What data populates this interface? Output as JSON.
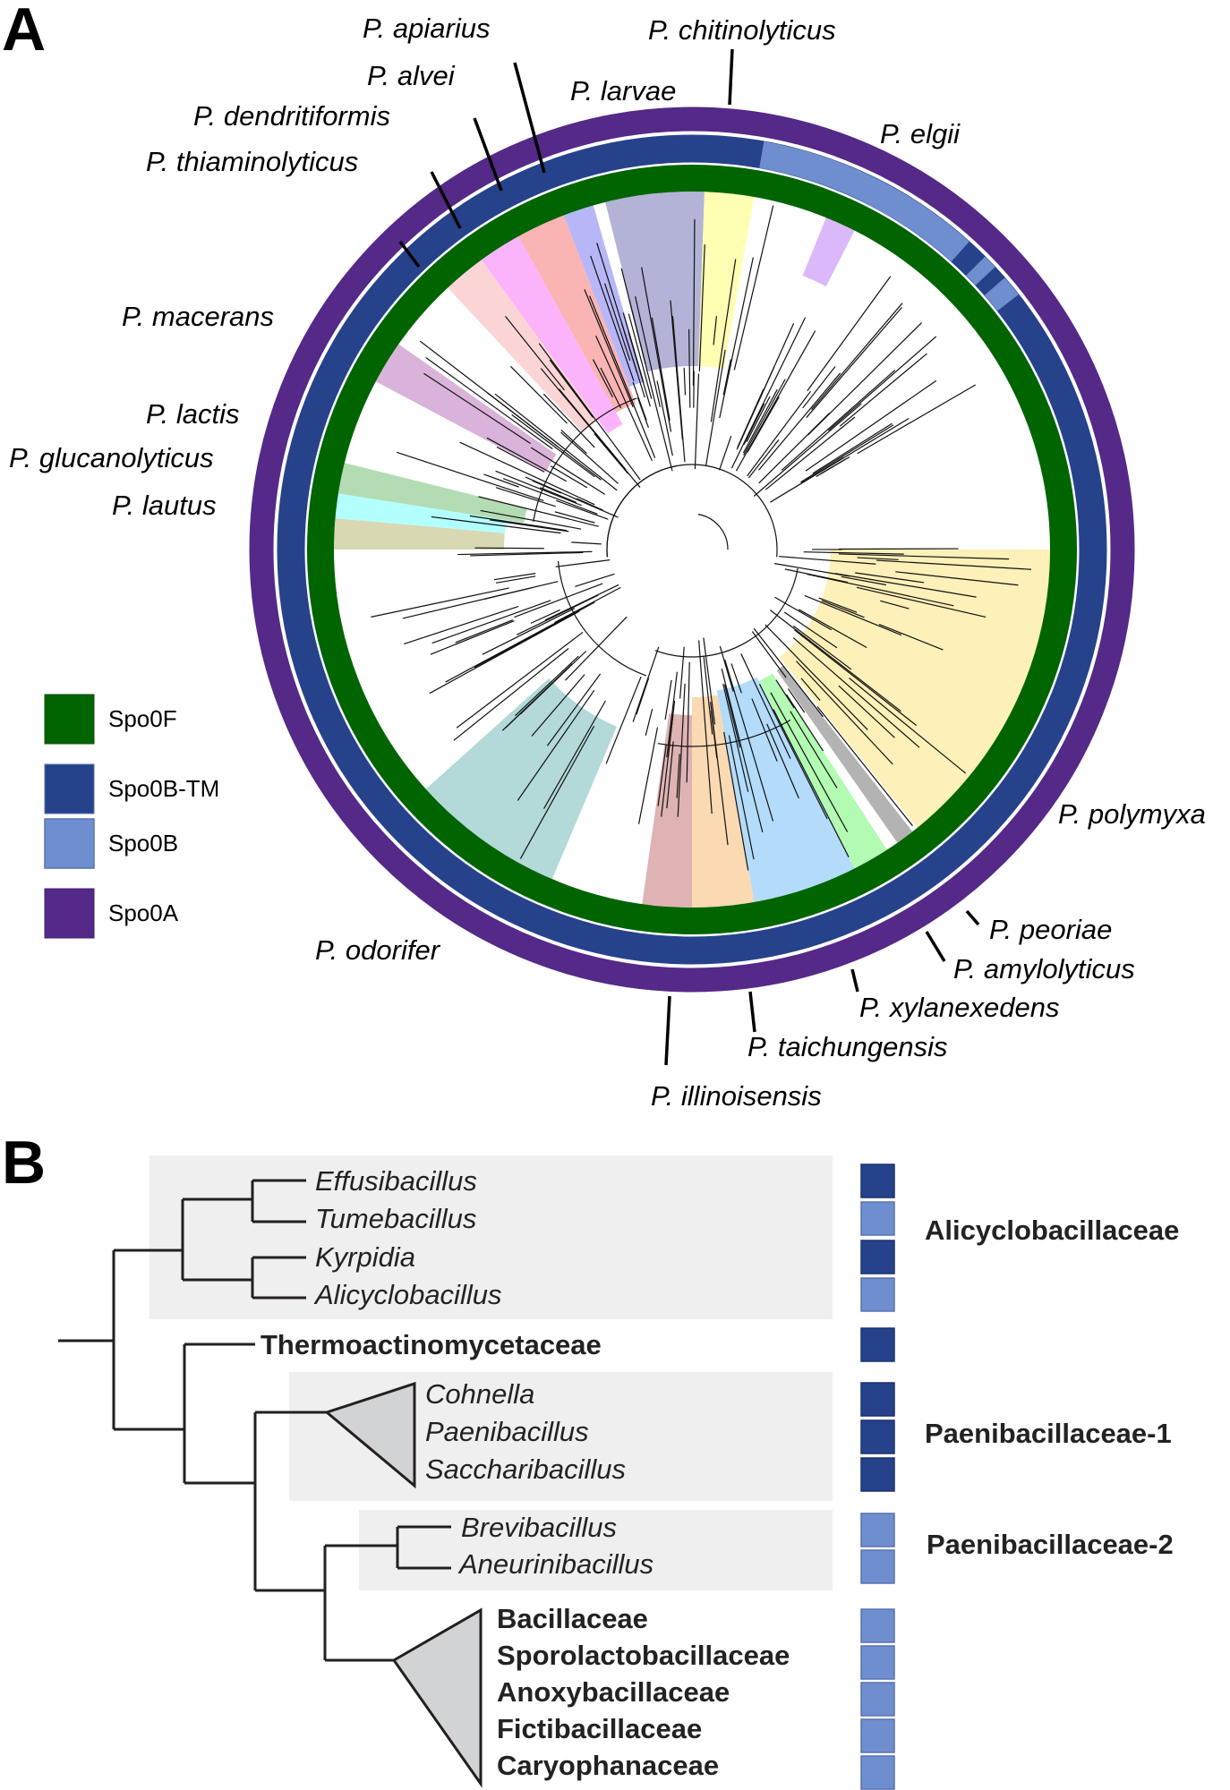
{
  "panel_a": {
    "letter": "A",
    "rings": [
      {
        "name": "Spo0F",
        "color": "#006400"
      },
      {
        "name": "Spo0B-TM",
        "color": "#26428b"
      },
      {
        "name": "Spo0A",
        "color": "#542988"
      }
    ],
    "spo0b_segments": [
      {
        "type": "Spo0B",
        "from_deg": 10,
        "to_deg": 42
      },
      {
        "type": "Spo0B",
        "from_deg": 45,
        "to_deg": 47
      },
      {
        "type": "Spo0B",
        "from_deg": 49,
        "to_deg": 52
      }
    ],
    "clades": [
      {
        "name": "P. larvae",
        "color": "#b3b3d7",
        "from_deg": -14,
        "to_deg": 2
      },
      {
        "name": "P. chitinolyticus",
        "color": "#ffffb3",
        "from_deg": 2,
        "to_deg": 10
      },
      {
        "name": "P. elgii",
        "color": "#dbb8fa",
        "from_deg": 22,
        "to_deg": 27
      },
      {
        "name": "P. apiarius",
        "color": "#b7b7f7",
        "from_deg": -21,
        "to_deg": -16
      },
      {
        "name": "P. alvei",
        "color": "#fbb4b4",
        "from_deg": -29,
        "to_deg": -21
      },
      {
        "name": "P. dendritiformis",
        "color": "#fbb4fb",
        "from_deg": -36,
        "to_deg": -29
      },
      {
        "name": "P. thiaminolyticus",
        "color": "#fbd5d5",
        "from_deg": -43,
        "to_deg": -36
      },
      {
        "name": "P. macerans",
        "color": "#d9b3d9",
        "from_deg": -62,
        "to_deg": -55
      },
      {
        "name": "P. lactis",
        "color": "#b3dcb3",
        "from_deg": -81,
        "to_deg": -76
      },
      {
        "name": "P. glucanolyticus",
        "color": "#b3ffff",
        "from_deg": -85,
        "to_deg": -81
      },
      {
        "name": "P. lautus",
        "color": "#d8d8b3",
        "from_deg": -90,
        "to_deg": -85
      },
      {
        "name": "P. polymyxa",
        "color": "#fdf0b8",
        "from_deg": 90,
        "to_deg": 141
      },
      {
        "name": "gray",
        "color": "#b3b3b3",
        "from_deg": 142,
        "to_deg": 145
      },
      {
        "name": "P. peoriae",
        "color": "#b3fab3",
        "from_deg": 147,
        "to_deg": 153
      },
      {
        "name": "P. amylolyticus",
        "color": "#b3dcfa",
        "from_deg": 153,
        "to_deg": 170
      },
      {
        "name": "P. xylanexedens",
        "color": "#fad9b3",
        "from_deg": 170,
        "to_deg": 180
      },
      {
        "name": "P. taichungensis",
        "color": "#dfb3b3",
        "from_deg": 180,
        "to_deg": 188
      },
      {
        "name": "P. odorifer",
        "color": "#b3d9d9",
        "from_deg": 203,
        "to_deg": 228
      }
    ],
    "labels": [
      {
        "text": "P. apiarius"
      },
      {
        "text": "P. chitinolyticus"
      },
      {
        "text": "P. alvei"
      },
      {
        "text": "P. larvae"
      },
      {
        "text": "P. dendritiformis"
      },
      {
        "text": "P. elgii"
      },
      {
        "text": "P. thiaminolyticus"
      },
      {
        "text": "P. macerans"
      },
      {
        "text": "P. lactis"
      },
      {
        "text": "P. glucanolyticus"
      },
      {
        "text": "P. lautus"
      },
      {
        "text": "P. polymyxa"
      },
      {
        "text": "P. peoriae"
      },
      {
        "text": "P. amylolyticus"
      },
      {
        "text": "P. odorifer"
      },
      {
        "text": "P. xylanexedens"
      },
      {
        "text": "P. taichungensis"
      },
      {
        "text": "P. illinoisensis"
      }
    ],
    "legend": [
      {
        "label": "Spo0F",
        "color": "#006400"
      },
      {
        "label": "Spo0B-TM",
        "color": "#26428b"
      },
      {
        "label": "Spo0B",
        "color": "#6f8ecf"
      },
      {
        "label": "Spo0A",
        "color": "#542988"
      }
    ]
  },
  "panel_b": {
    "letter": "B",
    "taxa": [
      {
        "name": "Effusibacillus",
        "spo0b": "Spo0B-TM"
      },
      {
        "name": "Tumebacillus",
        "spo0b": "Spo0B"
      },
      {
        "name": "Kyrpidia",
        "spo0b": "Spo0B-TM"
      },
      {
        "name": "Alicyclobacillus",
        "spo0b": "Spo0B"
      },
      {
        "name": "Thermoactinomycetaceae",
        "spo0b": "Spo0B-TM"
      },
      {
        "name": "Cohnella",
        "spo0b": "Spo0B-TM"
      },
      {
        "name": "Paenibacillus",
        "spo0b": "Spo0B-TM"
      },
      {
        "name": "Saccharibacillus",
        "spo0b": "Spo0B-TM"
      },
      {
        "name": "Brevibacillus",
        "spo0b": "Spo0B"
      },
      {
        "name": "Aneurinibacillus",
        "spo0b": "Spo0B"
      },
      {
        "name": "Bacillaceae",
        "spo0b": "Spo0B"
      },
      {
        "name": "Sporolactobacillaceae",
        "spo0b": "Spo0B"
      },
      {
        "name": "Anoxybacillaceae",
        "spo0b": "Spo0B"
      },
      {
        "name": "Fictibacillaceae",
        "spo0b": "Spo0B"
      },
      {
        "name": "Caryophanaceae",
        "spo0b": "Spo0B"
      }
    ],
    "groups": [
      {
        "label": "Alicyclobacillaceae"
      },
      {
        "label": "Paenibacillaceae-1"
      },
      {
        "label": "Paenibacillaceae-2"
      }
    ],
    "colors": {
      "Spo0B-TM": "#26428b",
      "Spo0B": "#6f8ecf"
    }
  }
}
